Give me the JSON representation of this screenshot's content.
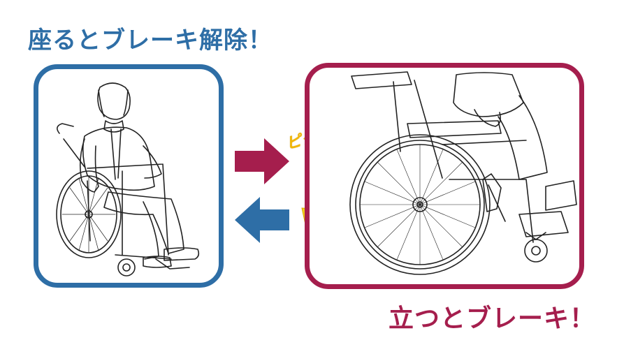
{
  "diagram": {
    "title_sit": "座るとブレーキ解除！",
    "title_stand": "立つとブレーキ！",
    "sound_effect": "ピタッ！"
  },
  "colors": {
    "blue": "#2e6ea6",
    "crimson": "#a51e4d",
    "yellow": "#f2b705"
  },
  "icons": {
    "left_panel": "seated-woman-wheelchair-illustration",
    "right_panel": "wheelchair-brake-closeup-illustration",
    "arrow_right": "arrow-right-icon",
    "arrow_left": "arrow-left-icon"
  }
}
